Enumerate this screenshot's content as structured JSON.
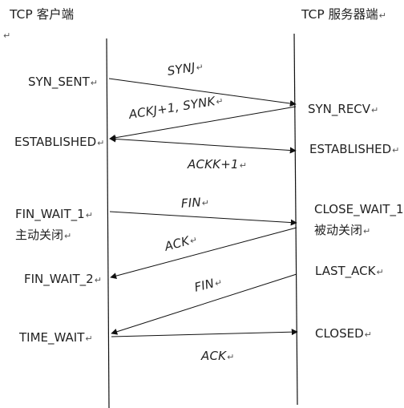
{
  "titles": {
    "client": "TCP 客户端",
    "server": "TCP 服务器端"
  },
  "paragraph_mark": "↵",
  "client_states": {
    "syn_sent": "SYN_SENT",
    "established": "ESTABLISHED",
    "fin_wait_1": "FIN_WAIT_1",
    "active_close": "主动关闭",
    "fin_wait_2": "FIN_WAIT_2",
    "time_wait": "TIME_WAIT"
  },
  "server_states": {
    "syn_recv": "SYN_RECV",
    "established": "ESTABLISHED",
    "close_wait": "CLOSE_WAIT_1",
    "passive_close": "被动关闭",
    "last_ack": "LAST_ACK",
    "closed": "CLOSED"
  },
  "messages": {
    "syn": "SYNJ",
    "ack_syn": "ACKJ+1, SYNK",
    "ack_k": "ACKK+1",
    "fin_client": "FIN",
    "ack_fin": "ACK",
    "fin_server": "FIN",
    "ack_final": "ACK"
  }
}
